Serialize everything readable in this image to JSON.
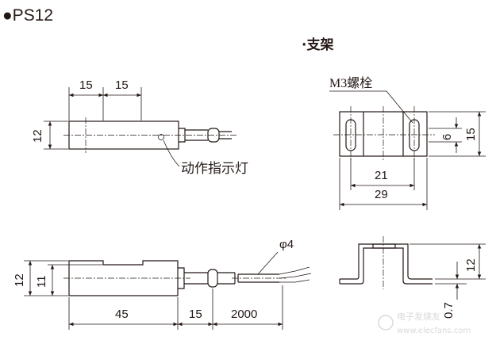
{
  "title": "●PS12",
  "bracket_title": "·支架",
  "top_sensor": {
    "dim_15_a": "15",
    "dim_15_b": "15",
    "dim_12": "12",
    "indicator_label": "动作指示灯"
  },
  "bracket": {
    "bolt_label": "M3螺栓",
    "dim_21": "21",
    "dim_29": "29",
    "dim_6": "6",
    "dim_15": "15"
  },
  "side_sensor": {
    "dim_12": "12",
    "dim_11": "11",
    "dim_45": "45",
    "dim_15": "15",
    "dim_2000": "2000",
    "phi_label": "φ4"
  },
  "bracket_side": {
    "dim_12": "12",
    "dim_07": "0.7"
  },
  "watermark": {
    "text": "电子发烧友",
    "url": "www.elecfans.com"
  }
}
